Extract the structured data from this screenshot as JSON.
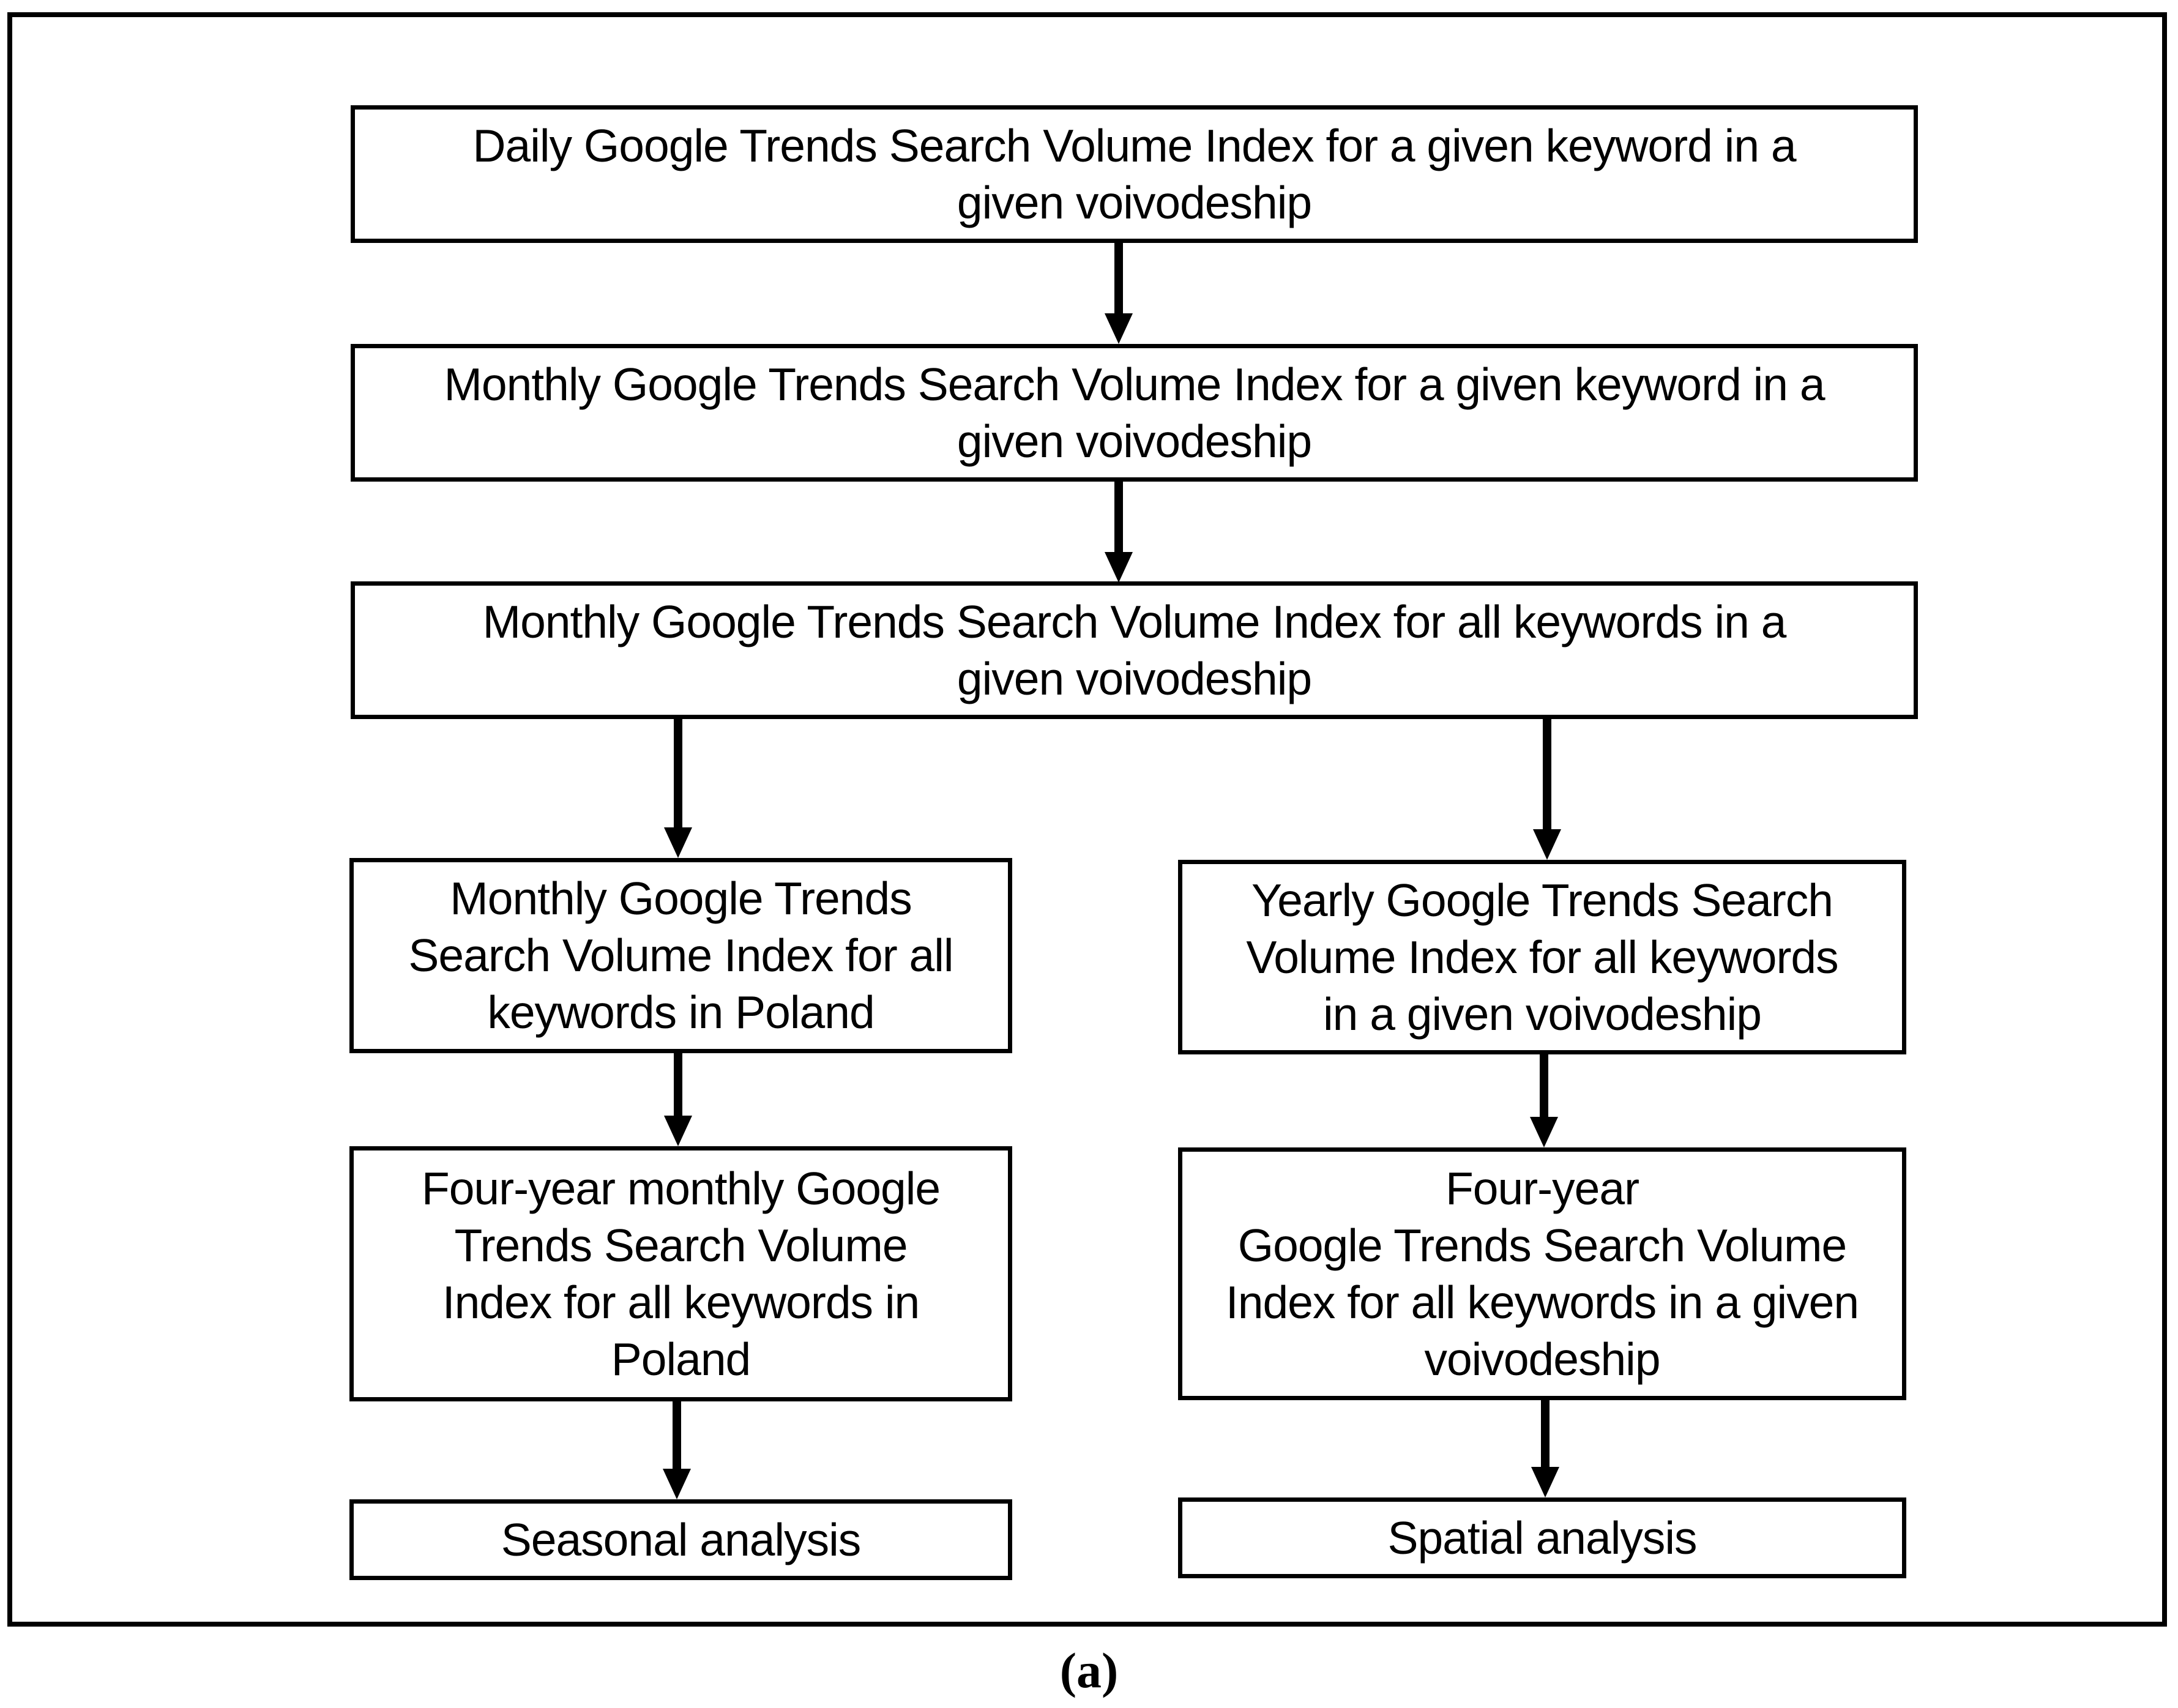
{
  "figure": {
    "type": "flowchart",
    "caption": "(a)",
    "colors": {
      "line": "#000000",
      "background": "#ffffff"
    },
    "nodes": {
      "daily": {
        "text": "Daily Google Trends Search Volume Index for a given keyword in a\ngiven voivodeship"
      },
      "monthly_keyword": {
        "text": "Monthly Google Trends Search Volume Index for a given keyword in a\ngiven voivodeship"
      },
      "monthly_all": {
        "text": "Monthly Google Trends Search Volume Index for all keywords in a\ngiven voivodeship"
      },
      "monthly_poland": {
        "text": "Monthly Google Trends\nSearch Volume Index for all\nkeywords in Poland"
      },
      "yearly_voivodeship": {
        "text": "Yearly Google Trends Search\nVolume Index for all keywords\nin a given voivodeship"
      },
      "fouryear_poland": {
        "text": "Four-year monthly Google\nTrends Search Volume\nIndex for all keywords in\nPoland"
      },
      "fouryear_voivodeship": {
        "text": "Four-year\nGoogle Trends Search Volume\nIndex for all keywords in a given\nvoivodeship"
      },
      "seasonal": {
        "text": "Seasonal analysis"
      },
      "spatial": {
        "text": "Spatial analysis"
      }
    },
    "edges": [
      {
        "from": "daily",
        "to": "monthly_keyword"
      },
      {
        "from": "monthly_keyword",
        "to": "monthly_all"
      },
      {
        "from": "monthly_all",
        "to": "monthly_poland"
      },
      {
        "from": "monthly_all",
        "to": "yearly_voivodeship"
      },
      {
        "from": "monthly_poland",
        "to": "fouryear_poland"
      },
      {
        "from": "yearly_voivodeship",
        "to": "fouryear_voivodeship"
      },
      {
        "from": "fouryear_poland",
        "to": "seasonal"
      },
      {
        "from": "fouryear_voivodeship",
        "to": "spatial"
      }
    ]
  }
}
